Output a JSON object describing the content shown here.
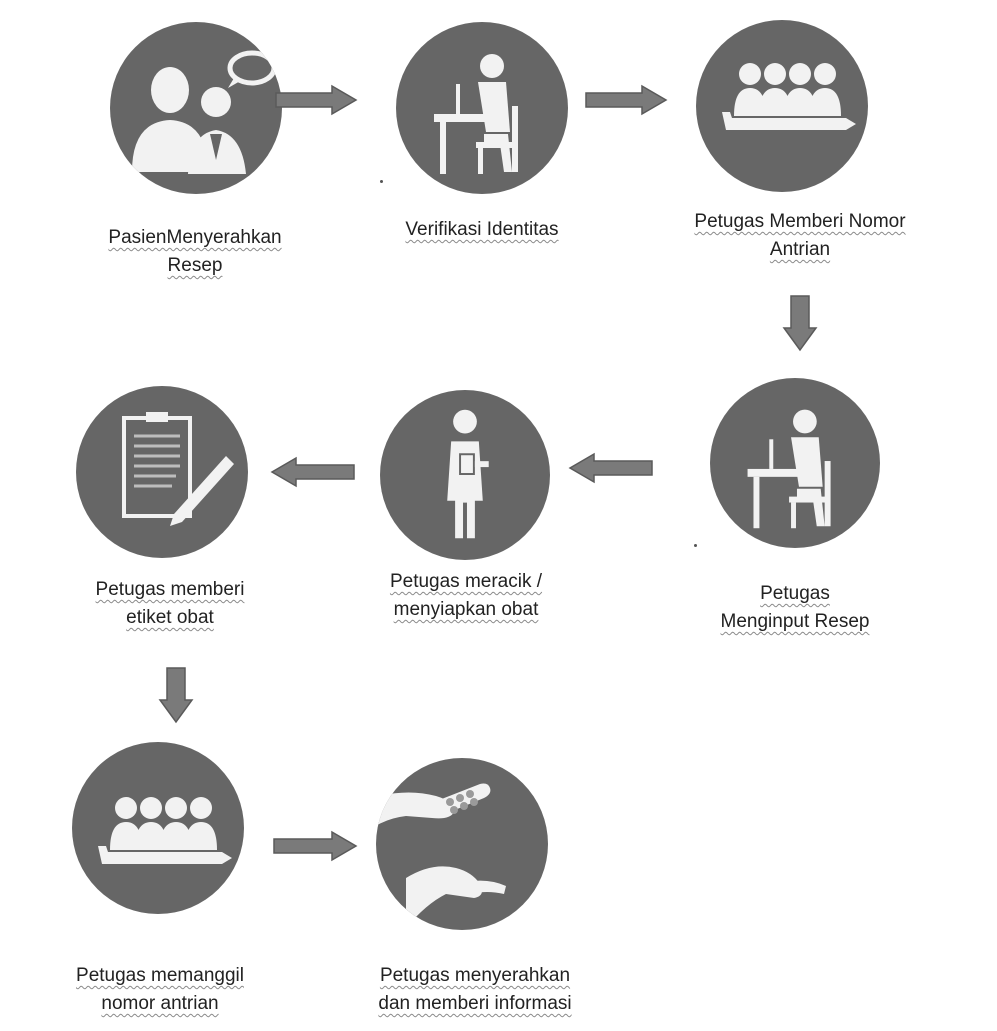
{
  "steps": [
    {
      "label_lines": [
        "PasienMenyerahkan",
        "Resep"
      ],
      "icon": "patient-speech-icon"
    },
    {
      "label_lines": [
        "Verifikasi Identitas"
      ],
      "icon": "desk-worker-icon"
    },
    {
      "label_lines": [
        "Petugas Memberi Nomor",
        "Antrian"
      ],
      "icon": "queue-people-icon"
    },
    {
      "label_lines": [
        "Petugas",
        "Menginput Resep"
      ],
      "icon": "desk-worker-icon"
    },
    {
      "label_lines": [
        "Petugas meracik /",
        "menyiapkan obat"
      ],
      "icon": "person-holding-item-icon"
    },
    {
      "label_lines": [
        "Petugas memberi",
        "etiket obat"
      ],
      "icon": "document-pen-icon"
    },
    {
      "label_lines": [
        "Petugas memanggil",
        "nomor antrian"
      ],
      "icon": "queue-people-icon"
    },
    {
      "label_lines": [
        "Petugas menyerahkan",
        "dan memberi informasi"
      ],
      "icon": "hand-over-medicine-icon"
    }
  ],
  "colors": {
    "circle": "#666666",
    "icon": "#f2f2f2",
    "arrow": "#7a7a7a",
    "text": "#222222"
  }
}
